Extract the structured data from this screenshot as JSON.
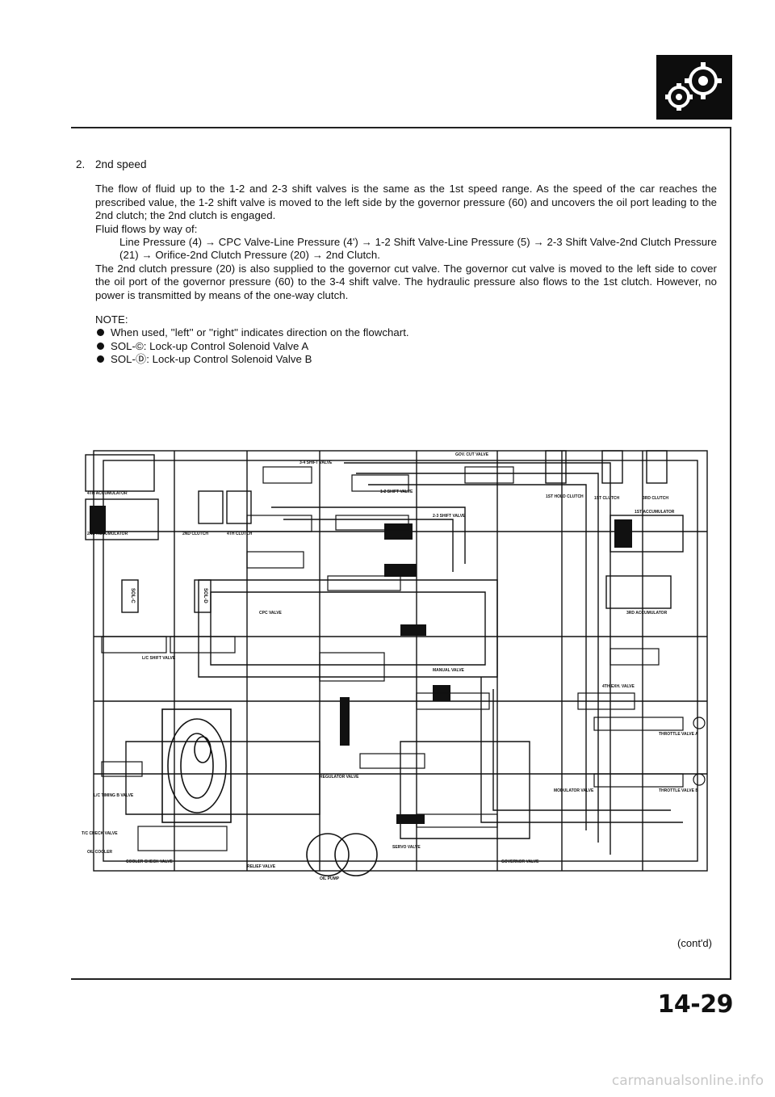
{
  "header": {
    "badge_icon": "gears-icon"
  },
  "section": {
    "number": "2.",
    "title": "2nd speed",
    "paragraphs": [
      "The flow of fluid up to the 1-2 and 2-3 shift valves is the same as the 1st speed range. As the speed of the car reaches the prescribed value, the 1-2 shift valve is moved to the left side by the governor pressure (60) and uncovers the oil port leading to the 2nd clutch; the 2nd clutch is engaged.",
      "Fluid flows by way of:",
      "Line Pressure (4) → CPC Valve-Line Pressure (4') → 1-2 Shift Valve-Line Pressure (5) → 2-3 Shift Valve-2nd Clutch Pressure (21) → Orifice-2nd Clutch Pressure (20) → 2nd Clutch.",
      "The 2nd clutch pressure (20) is also supplied to the governor cut valve. The governor cut valve is moved to the left side to cover the oil port of the governor pressure (60) to the 3-4 shift valve. The hydraulic pressure also flows to the 1st clutch. However, no power is transmitted by means of the one-way clutch."
    ]
  },
  "note": {
    "title": "NOTE:",
    "items": [
      "When used, ''left'' or ''right'' indicates direction on the flowchart.",
      "SOL-©: Lock-up Control Solenoid Valve A",
      "SOL-Ⓓ: Lock-up Control Solenoid Valve B"
    ]
  },
  "diagram": {
    "labels": {
      "gov_cut": "GOV. CUT VALVE",
      "shift34": "3-4 SHIFT VALVE",
      "shift23": "2-3 SHIFT VALVE",
      "shift12": "1-2 SHIFT VALVE",
      "acc4": "4TH ACCUMULATOR",
      "acc2": "2ND ACCUMULATOR",
      "clutch2": "2ND CLUTCH",
      "clutch4": "4TH CLUTCH",
      "hold1": "1ST HOLD CLUTCH",
      "clutch1": "1ST CLUTCH",
      "clutch3": "3RD CLUTCH",
      "acc1": "1ST ACCUMULATOR",
      "acc3": "3RD ACCUMULATOR",
      "cpc": "CPC VALVE",
      "lc_shift": "L/C SHIFT VALVE",
      "lc_timing": "L/C TIMING B VALVE",
      "tc_check": "T/C CHECK VALVE",
      "cooler": "OIL COOLER",
      "cooler_check": "COOLER CHECK VALVE",
      "regulator": "REGULATOR VALVE",
      "relief": "RELIEF VALVE",
      "pump": "OIL PUMP",
      "servo": "SERVO VALVE",
      "manual": "MANUAL VALVE",
      "governor": "GOVERNOR VALVE",
      "throttle_a": "THROTTLE VALVE A",
      "throttle_b": "THROTTLE VALVE B",
      "modulator": "MODULATOR VALVE",
      "exh4": "4TH EXH. VALVE",
      "sol_c": "SOL-C",
      "sol_d": "SOL-D"
    }
  },
  "footer": {
    "contd": "(cont'd)",
    "page_number": "14-29",
    "watermark": "carmanualsonline.info"
  }
}
